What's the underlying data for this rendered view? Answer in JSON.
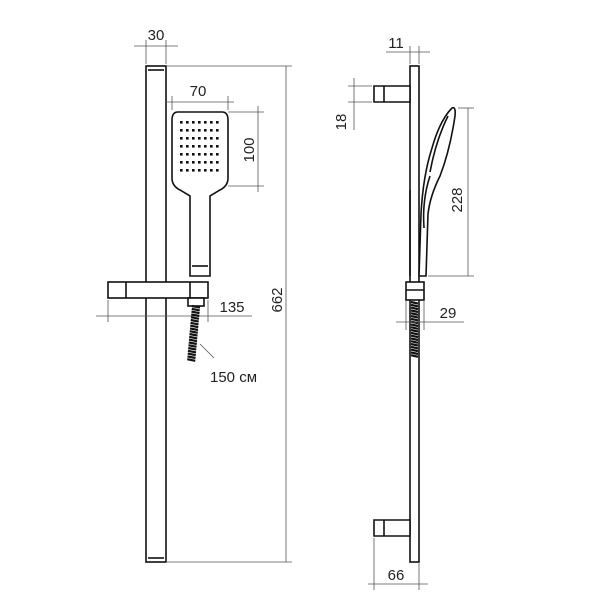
{
  "front_view": {
    "dimensions": {
      "rail_width": "30",
      "head_width": "70",
      "head_height": "100",
      "holder_depth": "135",
      "total_height": "662",
      "hose_length": "150 см"
    }
  },
  "side_view": {
    "dimensions": {
      "rail_thickness": "11",
      "bracket_height": "18",
      "head_length": "228",
      "handle_offset": "29",
      "wall_offset": "66"
    }
  },
  "colors": {
    "line": "#111111",
    "dimension_line": "#555555",
    "background": "#ffffff"
  }
}
